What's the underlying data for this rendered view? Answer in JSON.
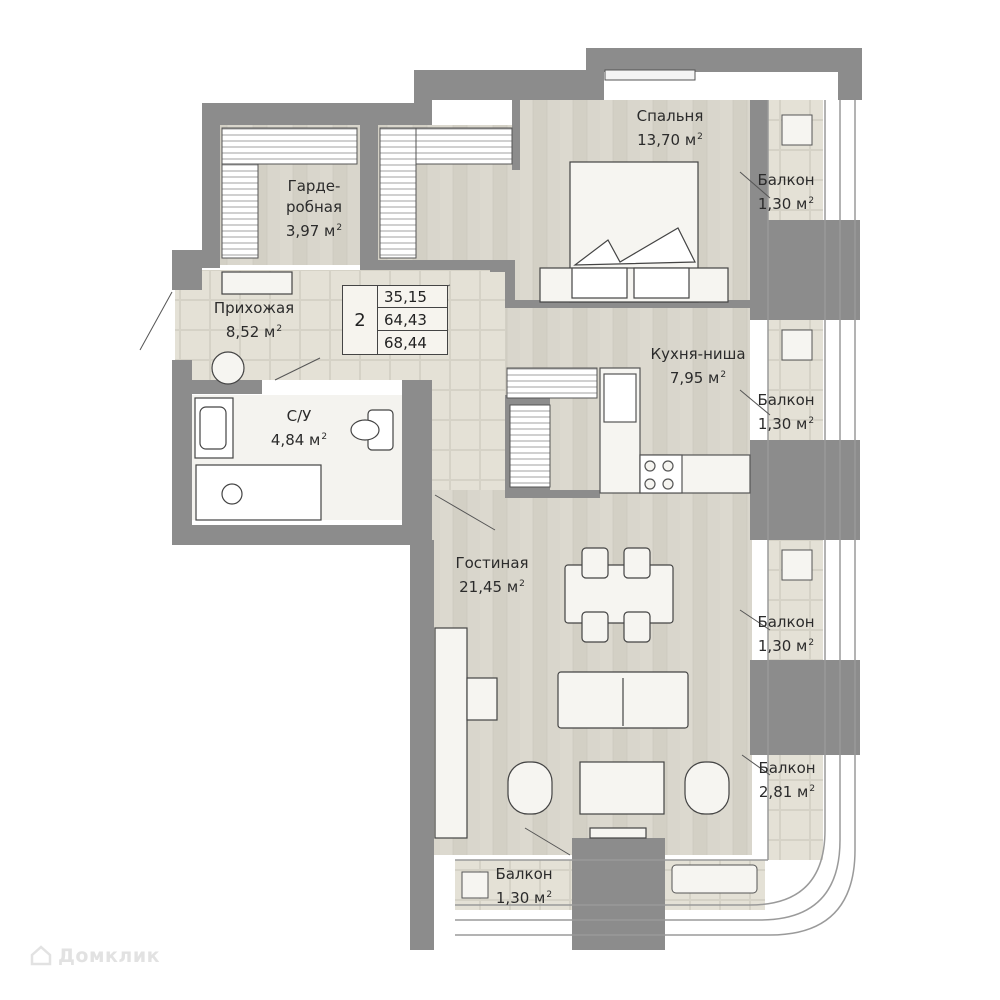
{
  "rooms": [
    {
      "id": "bedroom",
      "name": "Спальня",
      "area": "13,70 м"
    },
    {
      "id": "wardrobe",
      "name_line1": "Гарде-",
      "name_line2": "робная",
      "area": "3,97 м"
    },
    {
      "id": "hallway",
      "name": "Прихожая",
      "area": "8,52 м"
    },
    {
      "id": "bathroom",
      "name": "С/У",
      "area": "4,84 м"
    },
    {
      "id": "kitchen",
      "name": "Кухня-ниша",
      "area": "7,95 м"
    },
    {
      "id": "living",
      "name": "Гостиная",
      "area": "21,45 м"
    },
    {
      "id": "balcony-1",
      "name": "Балкон",
      "area": "1,30 м"
    },
    {
      "id": "balcony-2",
      "name": "Балкон",
      "area": "1,30 м"
    },
    {
      "id": "balcony-3",
      "name": "Балкон",
      "area": "1,30 м"
    },
    {
      "id": "balcony-4",
      "name": "Балкон",
      "area": "2,81 м"
    },
    {
      "id": "balcony-5",
      "name": "Балкон",
      "area": "1,30 м"
    }
  ],
  "area_unit_exponent": "2",
  "summary": {
    "rooms": "2",
    "living_area": "35,15",
    "total_area": "64,43",
    "area_with_balconies": "68,44"
  },
  "watermark": "Домклик",
  "colors": {
    "wall": "#8c8c8c",
    "floor": "#d8d5cb",
    "tile": "#e6e3d8",
    "outline": "#333333"
  }
}
